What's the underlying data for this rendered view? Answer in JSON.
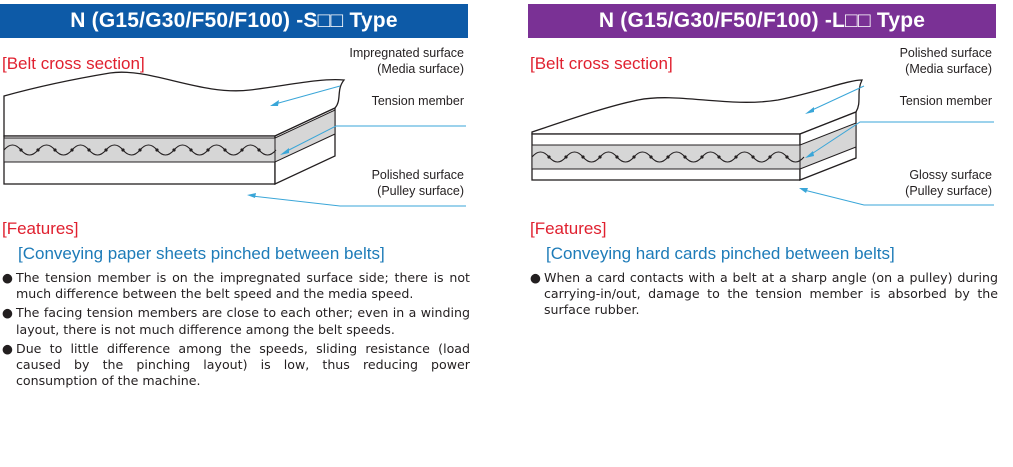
{
  "panels": [
    {
      "header": "N (G15/G30/F50/F100) -S□□ Type",
      "belt_cross_section_label": "[Belt cross section]",
      "callouts": {
        "top_surface": [
          "Impregnated surface",
          "(Media surface)"
        ],
        "tension_member": "Tension member",
        "bottom_surface": [
          "Polished surface",
          "(Pulley surface)"
        ]
      },
      "features_label": "[Features]",
      "features_subtitle": "[Conveying paper sheets pinched between belts]",
      "bullet_symbol": "●",
      "features": [
        "The tension member is on the impregnated surface side; there is not much difference between the belt speed and the media speed.",
        "The facing tension members are close to each other; even in a winding layout, there is not much difference among the belt speeds.",
        "Due to little difference among the speeds, sliding resistance (load caused by the pinching layout) is low, thus reducing power consumption of the machine."
      ],
      "colors": {
        "header_bg": "#0d5aa7"
      }
    },
    {
      "header": "N (G15/G30/F50/F100) -L□□ Type",
      "belt_cross_section_label": "[Belt cross section]",
      "callouts": {
        "top_surface": [
          "Polished surface",
          "(Media surface)"
        ],
        "tension_member": "Tension member",
        "bottom_surface": [
          "Glossy surface",
          "(Pulley surface)"
        ]
      },
      "features_label": "[Features]",
      "features_subtitle": "[Conveying hard cards pinched between belts]",
      "bullet_symbol": "●",
      "features": [
        "When a card contacts with a belt at a sharp angle (on a pulley) during carrying-in/out, damage to the tension member is absorbed by the surface rubber."
      ],
      "colors": {
        "header_bg": "#7a3195"
      }
    }
  ],
  "colors": {
    "section_heading": "#e0202f",
    "sub_heading": "#1d7bb8",
    "callout_line": "#3aa6d8",
    "tension_band": "#d6d6d6"
  }
}
